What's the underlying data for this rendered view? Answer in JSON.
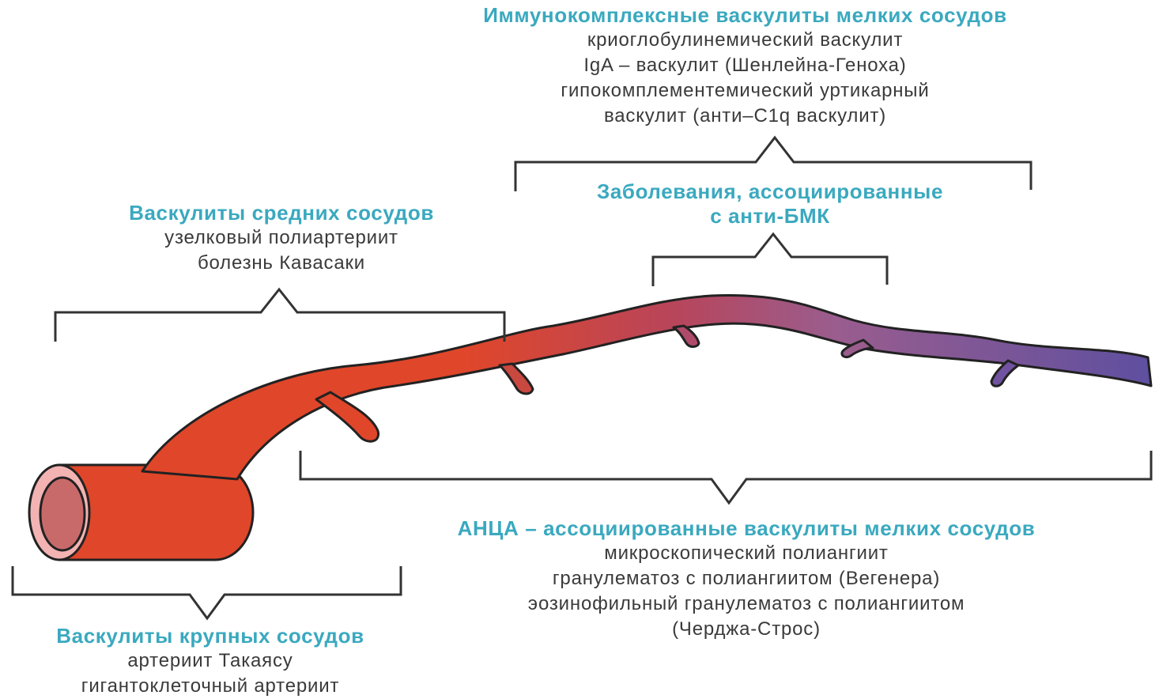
{
  "colors": {
    "heading": "#3aa9bf",
    "text": "#3a3a3a",
    "bracket": "#333333",
    "vessel_start": "#e0462a",
    "vessel_mid": "#a2456a",
    "vessel_end": "#5d4fa0",
    "lumen_ring": "#f3b3b3",
    "lumen_inner": "#c96a6a"
  },
  "groups": {
    "immune_complex": {
      "title": "Иммунокомплексные васкулиты мелких сосудов",
      "items": [
        "криоглобулинемический васкулит",
        "IgA – васкулит (Шенлейна-Геноха)",
        "гипокомплементемический уртикарный",
        "васкулит (анти–C1q васкулит)"
      ]
    },
    "anti_gbm": {
      "title_line1": "Заболевания, ассоциированные",
      "title_line2": "с анти-БМК"
    },
    "medium_vessel": {
      "title": "Васкулиты средних сосудов",
      "items": [
        "узелковый полиартериит",
        "болезнь Кавасаки"
      ]
    },
    "anca": {
      "title": "АНЦА – ассоциированные васкулиты мелких сосудов",
      "items": [
        "микроскопический полиангиит",
        "гранулематоз с полиангиитом (Вегенера)",
        "эозинофильный гранулематоз с полиангиитом",
        "(Черджа-Строс)"
      ]
    },
    "large_vessel": {
      "title": "Васкулиты крупных сосудов",
      "items": [
        "артериит Такаясу",
        "гигантоклеточный артериит"
      ]
    }
  }
}
